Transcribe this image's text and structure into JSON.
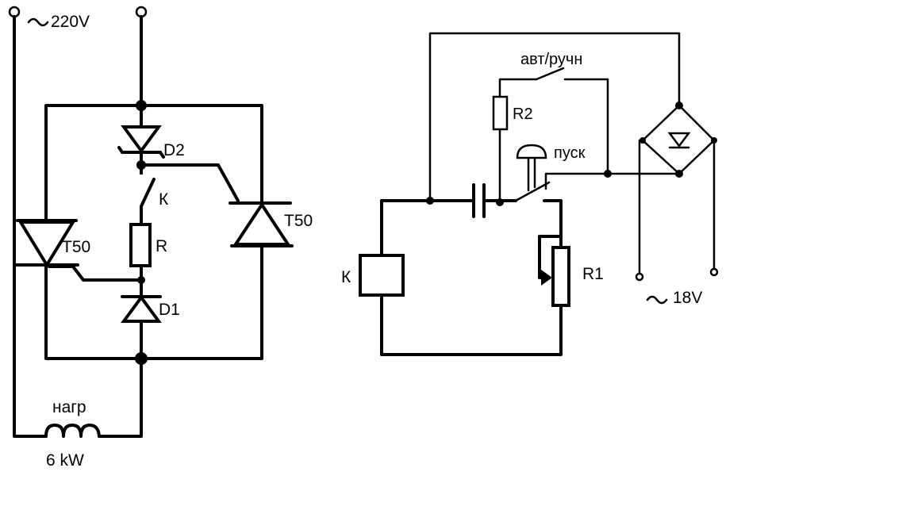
{
  "left_circuit": {
    "supply_label": "220V",
    "d2_label": "D2",
    "k_label": "К",
    "r_label": "R",
    "d1_label": "D1",
    "thyristor_left_label": "T50",
    "thyristor_right_label": "T50",
    "load_label": "нагр",
    "load_power": "6 kW"
  },
  "right_circuit": {
    "switch_label": "авт/ручн",
    "r2_label": "R2",
    "button_label": "пуск",
    "coil_label": "К",
    "r1_label": "R1",
    "supply_label": "18V"
  }
}
